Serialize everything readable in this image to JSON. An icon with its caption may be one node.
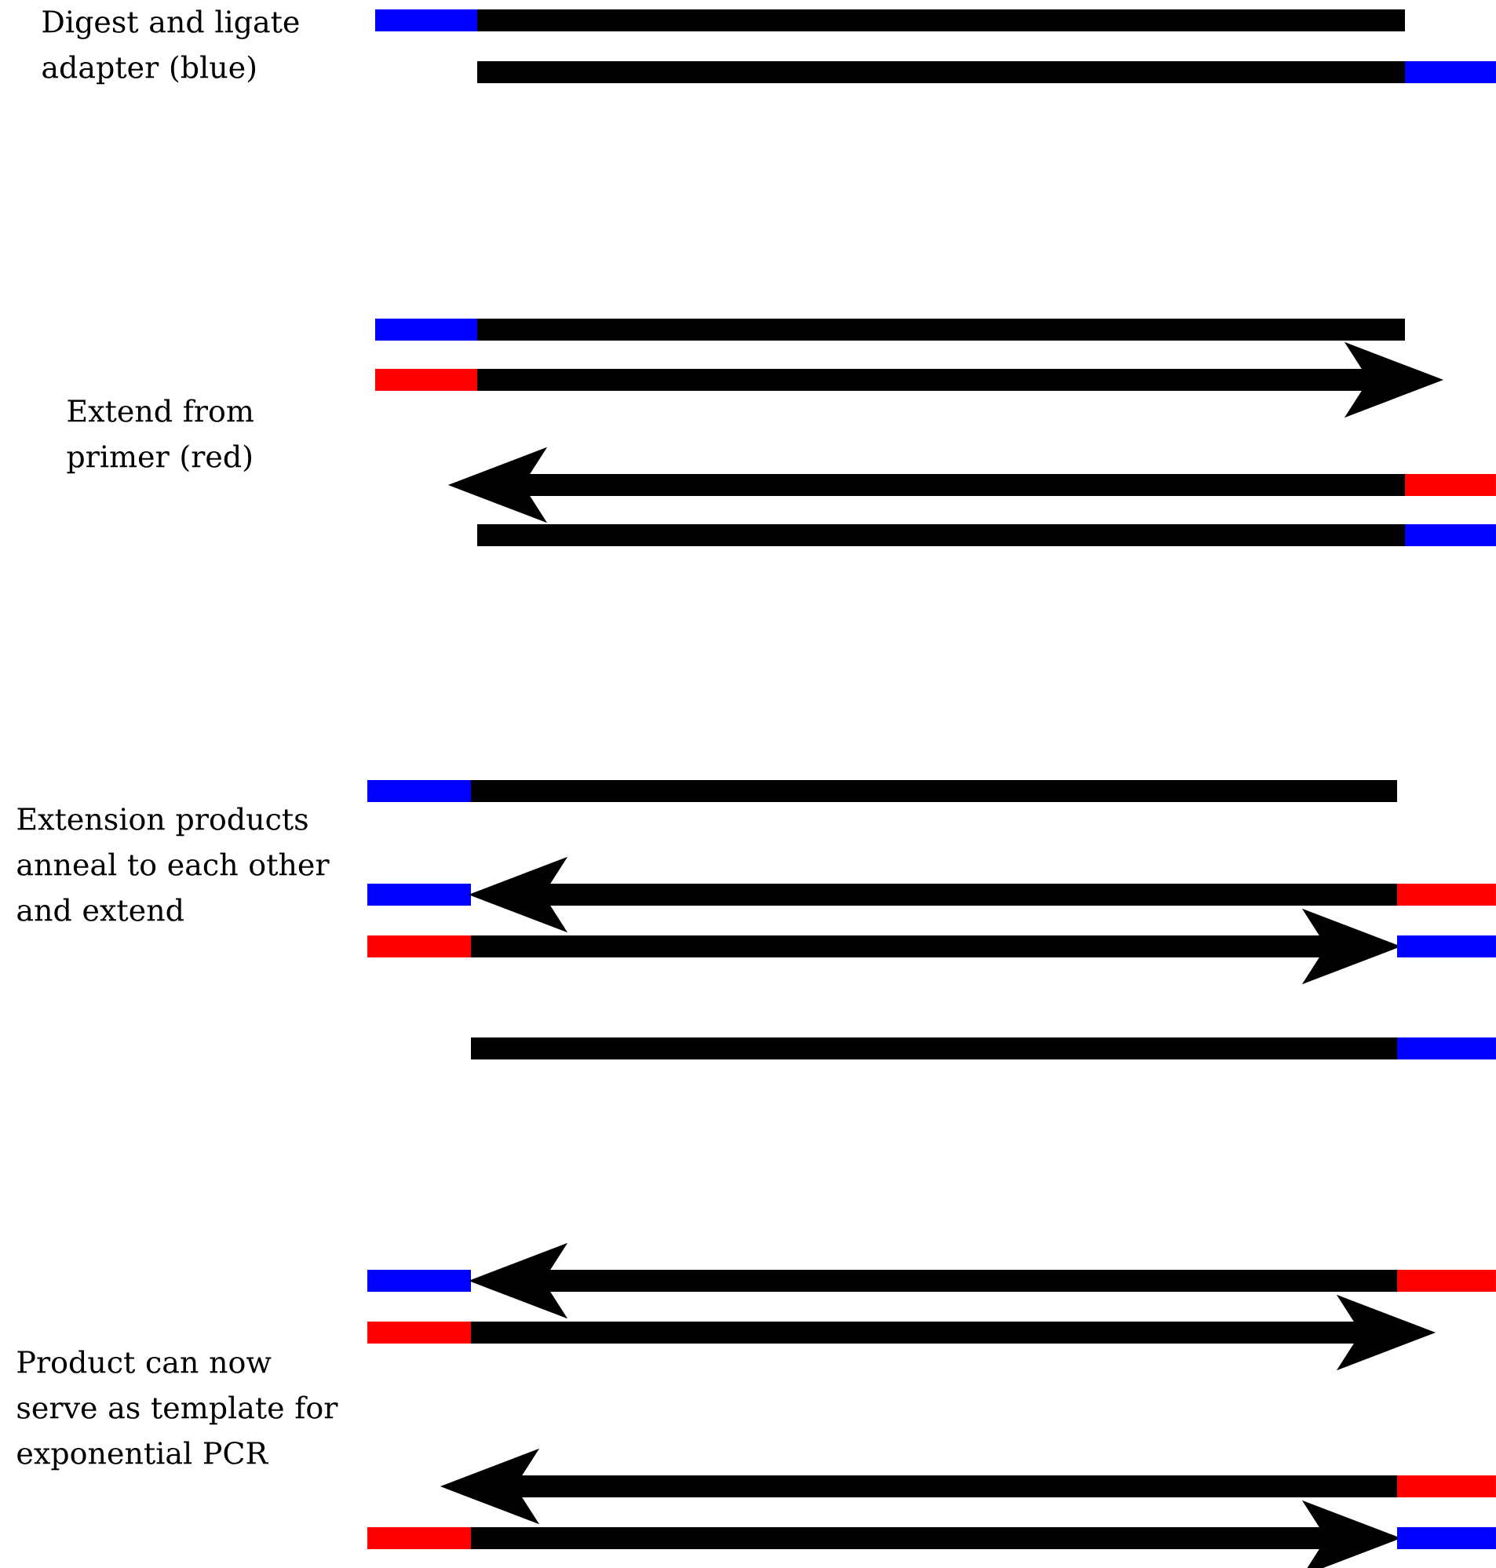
{
  "diagram": {
    "labels": [
      "Digest and ligate adapter (blue)",
      "Extend from primer (red)",
      "Extension products anneal to each other and extend",
      "Product can now serve as template for exponential PCR"
    ]
  }
}
